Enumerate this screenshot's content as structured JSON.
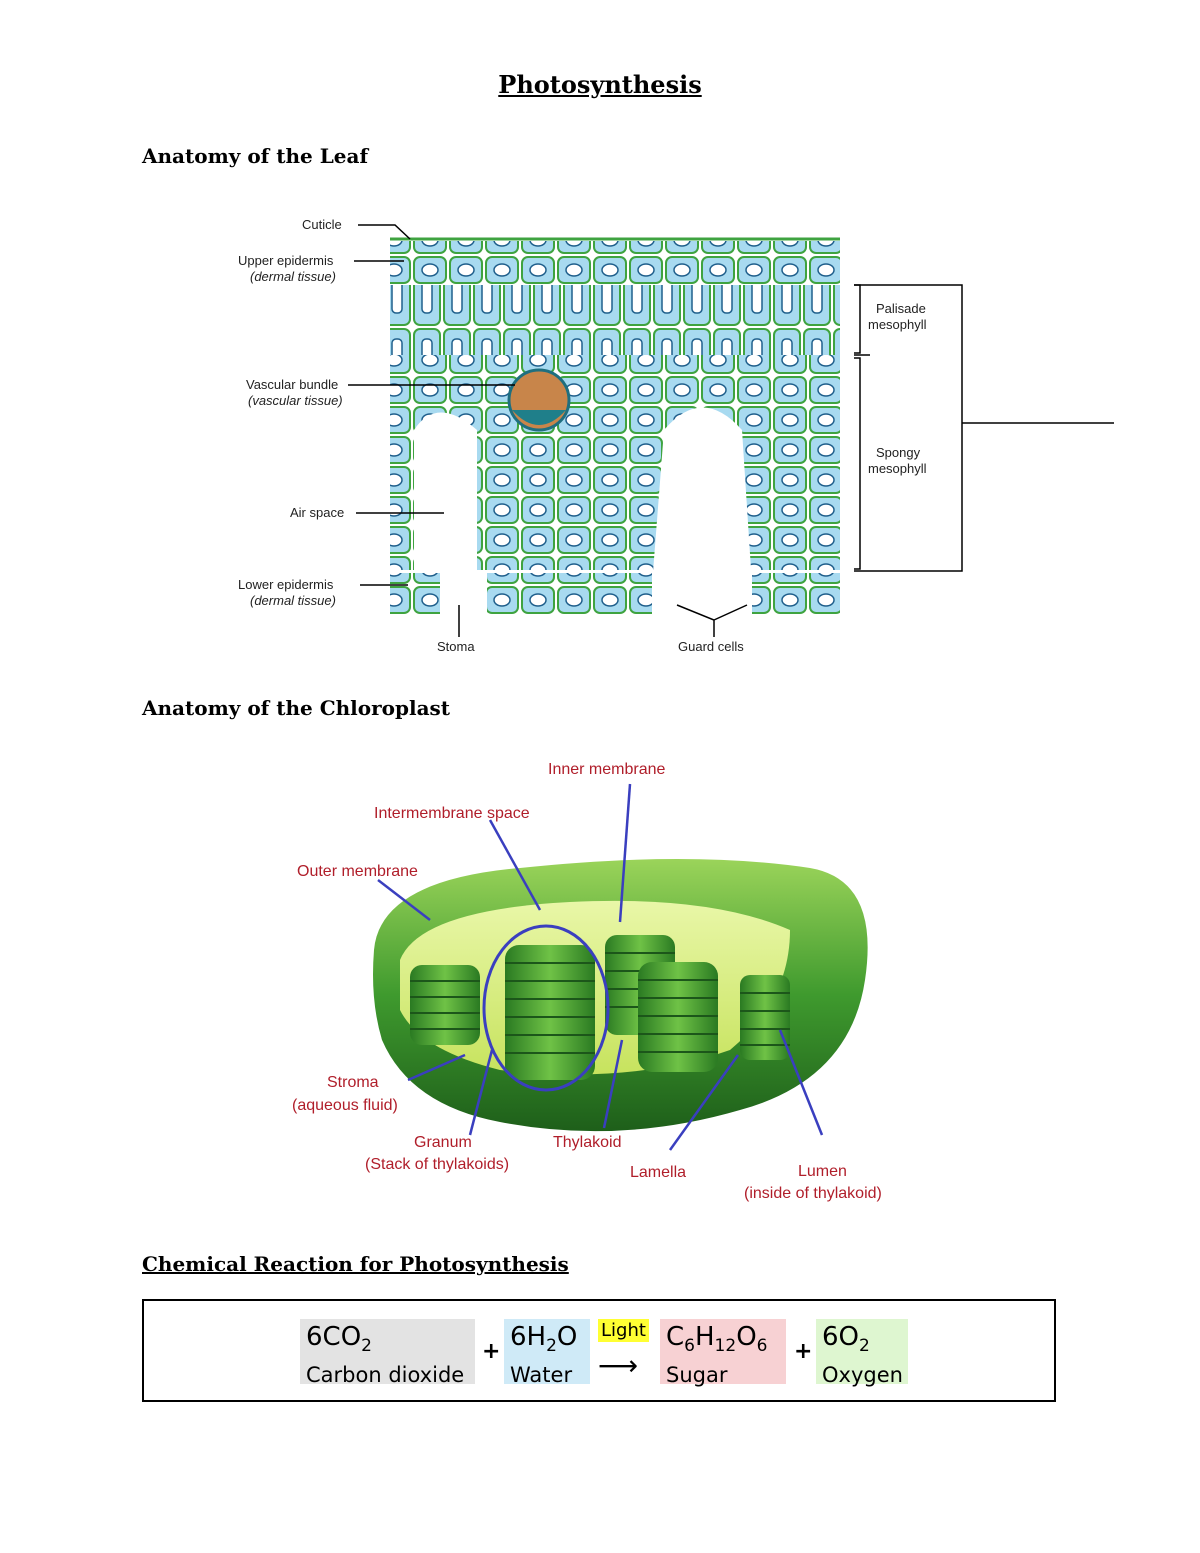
{
  "title": "Photosynthesis",
  "sections": {
    "leaf": "Anatomy of the Leaf",
    "chloroplast": "Anatomy of the Chloroplast",
    "reaction": "Chemical Reaction for Photosynthesis"
  },
  "leaf_labels": {
    "cuticle": "Cuticle",
    "upper_epidermis": "Upper epidermis",
    "upper_epidermis_sub": "(dermal tissue)",
    "vascular_bundle": "Vascular bundle",
    "vascular_bundle_sub": "(vascular tissue)",
    "air_space": "Air space",
    "lower_epidermis": "Lower epidermis",
    "lower_epidermis_sub": "(dermal tissue)",
    "stoma": "Stoma",
    "guard_cells": "Guard cells",
    "palisade_1": "Palisade",
    "palisade_2": "mesophyll",
    "spongy_1": "Spongy",
    "spongy_2": "mesophyll"
  },
  "chloro_labels": {
    "inner_membrane": "Inner membrane",
    "intermembrane_space": "Intermembrane space",
    "outer_membrane": "Outer membrane",
    "stroma": "Stroma",
    "stroma_sub": "(aqueous fluid)",
    "granum": "Granum",
    "granum_sub": "(Stack of thylakoids)",
    "thylakoid": "Thylakoid",
    "lamella": "Lamella",
    "lumen": "Lumen",
    "lumen_sub": "(inside of thylakoid)"
  },
  "equation": {
    "co2_coef": "6CO",
    "co2_sub": "2",
    "co2_name": "Carbon dioxide",
    "plus": "+",
    "h2o_pre": "6H",
    "h2o_sub": "2",
    "h2o_post": "O",
    "h2o_name": "Water",
    "light": "Light",
    "arrow": "⟶",
    "sugar_c": "C",
    "sugar_c_sub": "6",
    "sugar_h": "H",
    "sugar_h_sub": "12",
    "sugar_o": "O",
    "sugar_o_sub": "6",
    "sugar_name": "Sugar",
    "o2_pre": "6O",
    "o2_sub": "2",
    "o2_name": "Oxygen"
  },
  "colors": {
    "label_red": "#b01e2a",
    "pointer_blue": "#3a3fbf",
    "cell_fill": "#a8daf0",
    "cell_wall": "#3fa340",
    "co2_bg": "#e3e3e3",
    "h2o_bg": "#cfeaf7",
    "sugar_bg": "#f7d1d3",
    "o2_bg": "#def6d0"
  }
}
